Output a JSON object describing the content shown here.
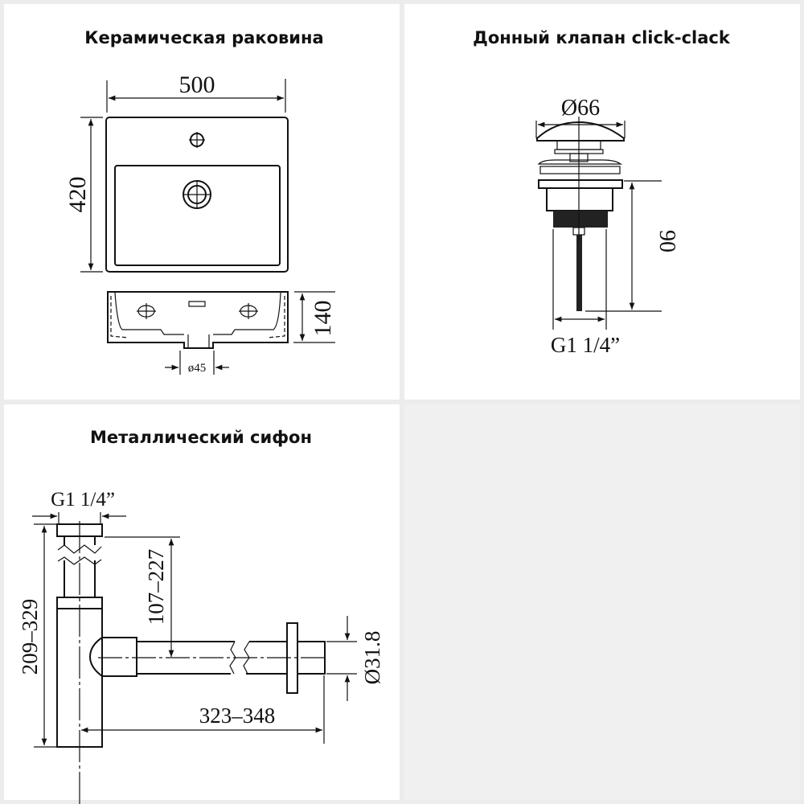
{
  "panels": {
    "sink": {
      "title": "Керамическая раковина",
      "width_label": "500",
      "depth_label": "420",
      "height_label": "140",
      "drain_label": "ø45"
    },
    "valve": {
      "title": "Донный клапан click-clack",
      "cap_diameter_label": "Ø66",
      "height_label": "90",
      "thread_label": "G1 1/4”"
    },
    "siphon": {
      "title": "Металлический сифон",
      "thread_label": "G1 1/4”",
      "total_height_label": "209–329",
      "inlet_height_label": "107–227",
      "length_label": "323–348",
      "outlet_diameter_label": "Ø31.8"
    }
  },
  "colors": {
    "background": "#ececec",
    "panel": "#ffffff",
    "line": "#111111"
  }
}
